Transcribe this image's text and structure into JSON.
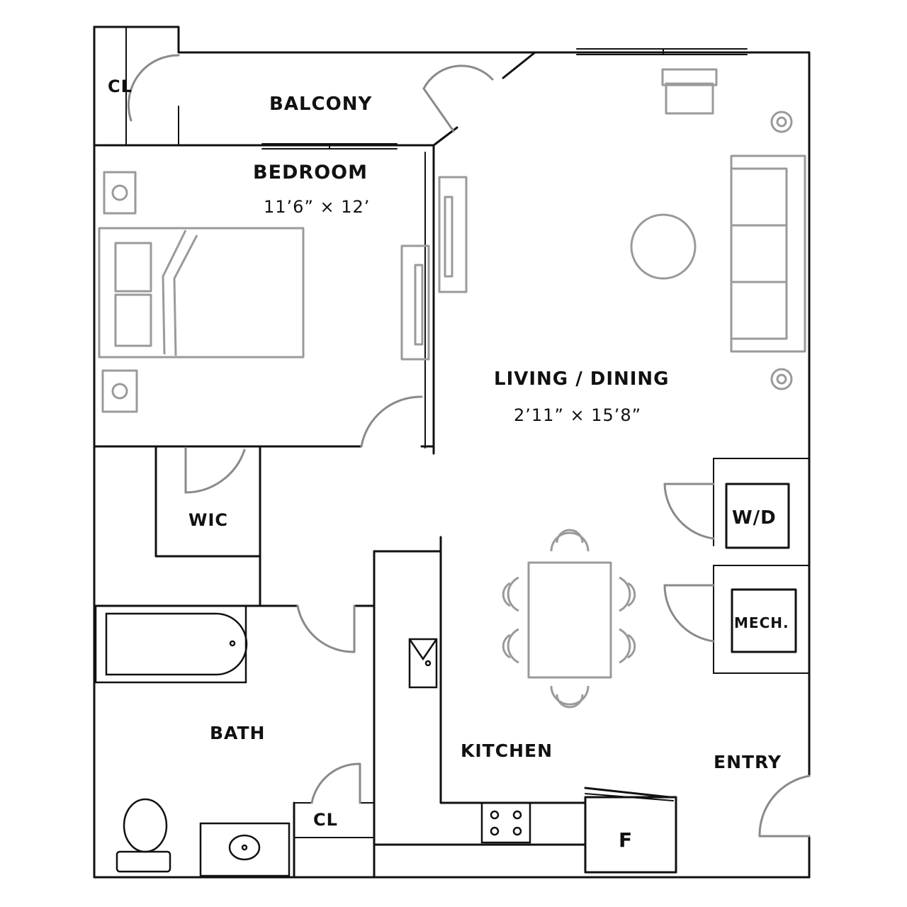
{
  "rooms": {
    "cl_top": "CL",
    "balcony": "BALCONY",
    "bedroom": "BEDROOM",
    "bedroom_dim": "11’6” × 12’",
    "living": "LIVING / DINING",
    "living_dim": "2’11” × 15’8”",
    "wic": "WIC",
    "wd": "W/D",
    "mech": "MECH.",
    "bath": "BATH",
    "kitchen": "KITCHEN",
    "entry": "ENTRY",
    "cl_bottom": "CL",
    "fridge": "F"
  }
}
